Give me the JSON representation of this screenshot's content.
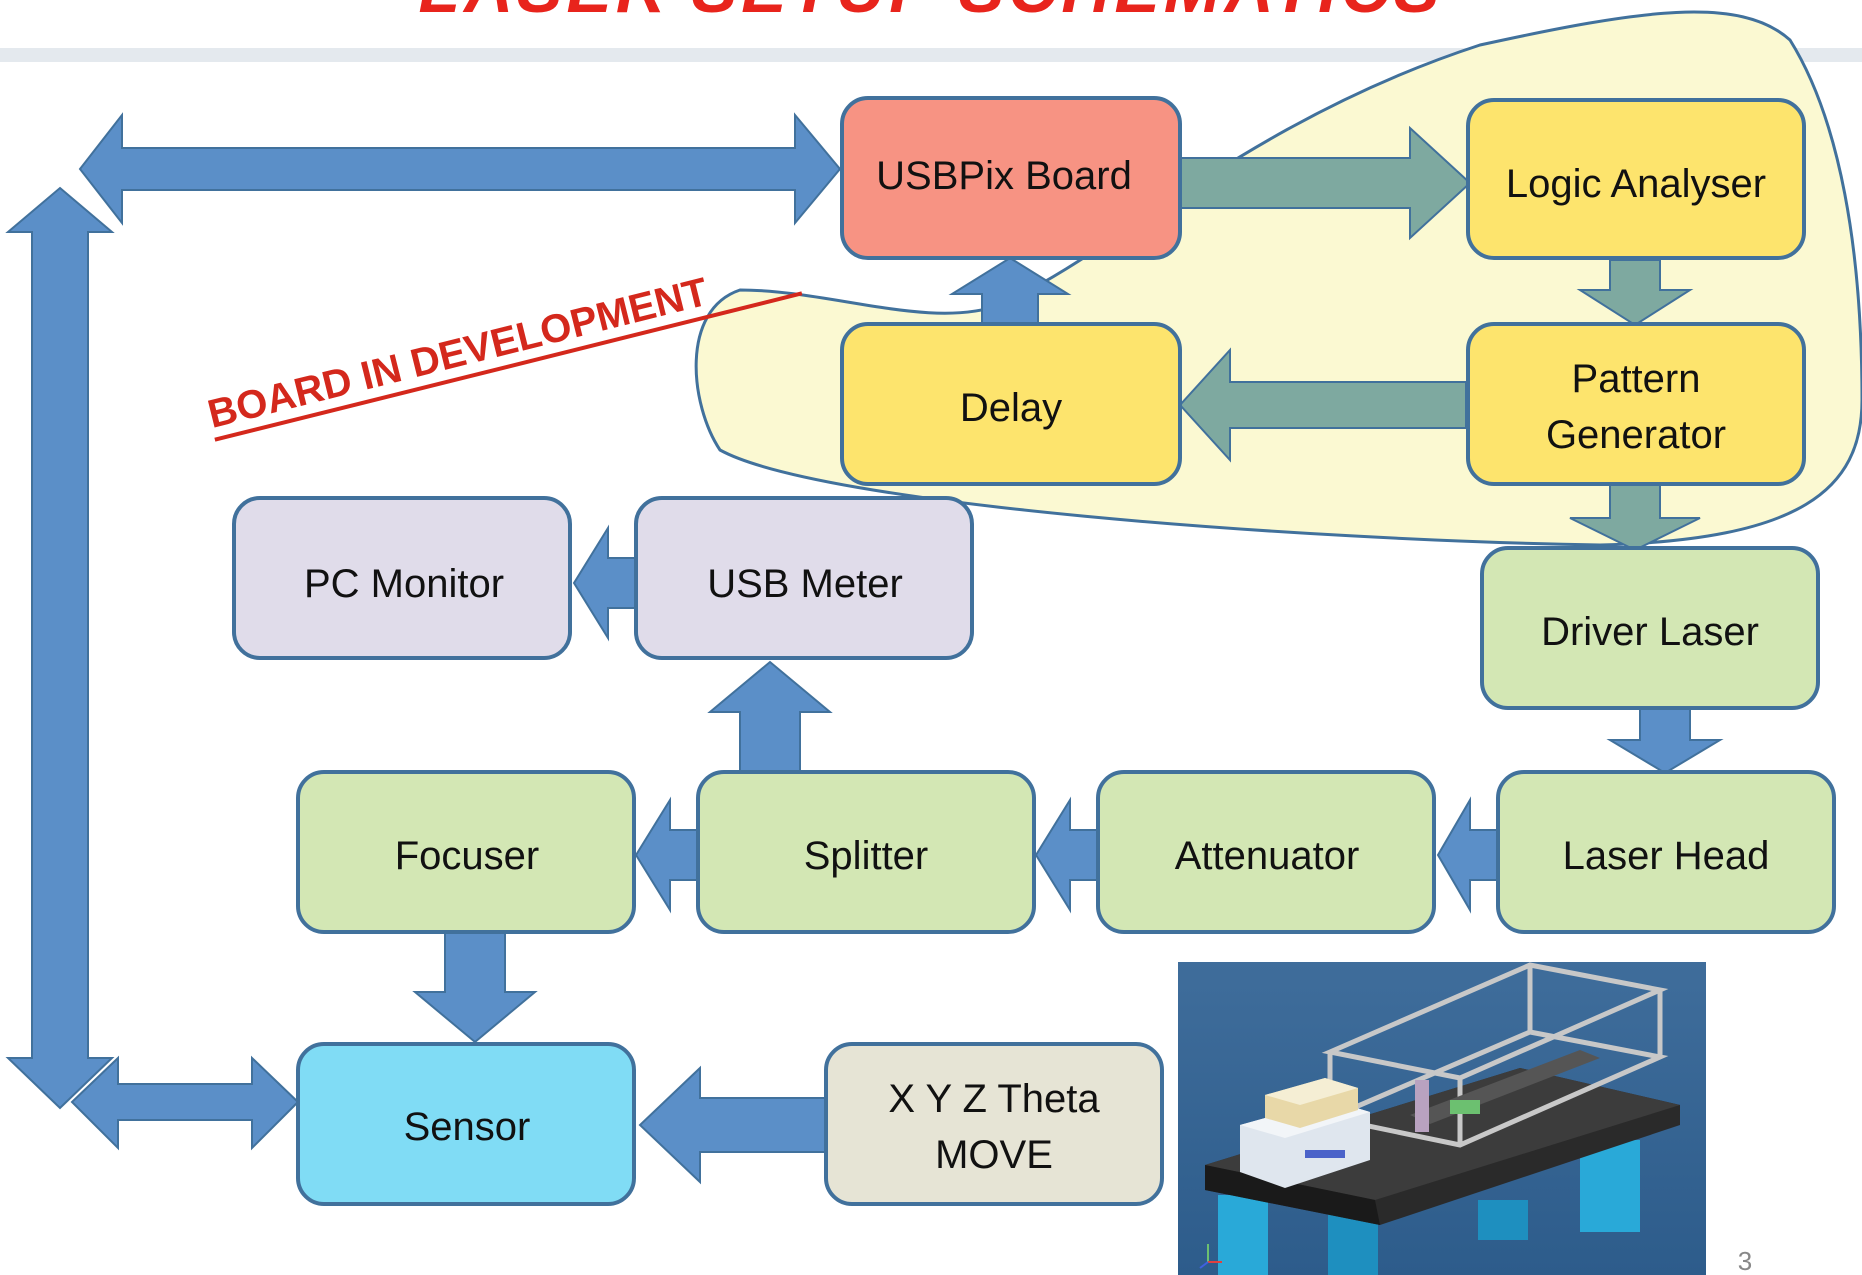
{
  "title": "LASER SETUP SCHEMATICS",
  "annotation": "BOARD IN DEVELOPMENT",
  "page_number": "3",
  "colors": {
    "title": "#e8241c",
    "arrow_blue": "#5b8fc8",
    "arrow_teal": "#7ea9a0",
    "usbpix_fill": "#f79383",
    "dev_fill": "#fde46d",
    "dev_region": "#fbf9d2",
    "green_fill": "#d3e7b4",
    "purple_fill": "#e0dcea",
    "sensor_fill": "#80dcf5",
    "move_fill": "#e6e4d5",
    "outline": "#41719c"
  },
  "boxes": {
    "usbpix": "USBPix Board",
    "logic": "Logic Analyser",
    "delay": "Delay",
    "pattern": [
      "Pattern",
      "Generator"
    ],
    "pc_monitor": "PC Monitor",
    "usb_meter": "USB Meter",
    "driver_laser": "Driver Laser",
    "focuser": "Focuser",
    "splitter": "Splitter",
    "attenuator": "Attenuator",
    "laser_head": "Laser Head",
    "sensor": "Sensor",
    "xyz": [
      "X Y Z Theta",
      "MOVE"
    ]
  }
}
